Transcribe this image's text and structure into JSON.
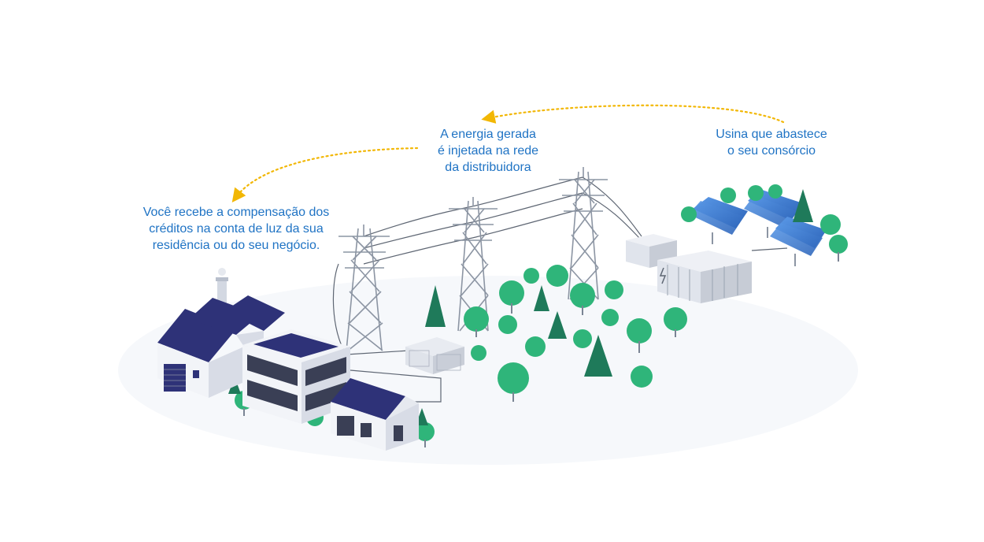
{
  "captions": {
    "customer": {
      "lines": [
        "Você recebe a compensação dos",
        "créditos na conta de luz da sua",
        "residência ou do seu negócio."
      ]
    },
    "grid": {
      "lines": [
        "A energia gerada",
        "é injetada na rede",
        "da distribuidora"
      ]
    },
    "plant": {
      "lines": [
        "Usina que abastece",
        "o seu consórcio"
      ]
    }
  },
  "colors": {
    "caption_text": "#1f73c4",
    "flow_arrow": "#f2b705",
    "roof": "#2e3278",
    "wall": "#f2f4f8",
    "wall_shade": "#d8dce6",
    "tree": "#2fb57a",
    "tree_dark": "#1e8a5c",
    "pine": "#1f7a5a",
    "solar_panel": "#3f7fd6",
    "tower": "#9aa3b1",
    "ground_shadow": "#eef1f6"
  }
}
